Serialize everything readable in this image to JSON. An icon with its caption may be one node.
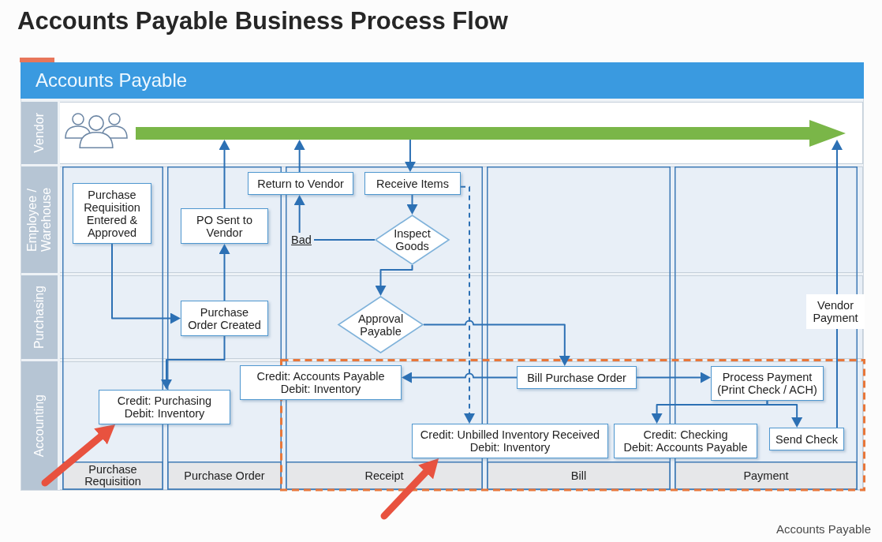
{
  "diagram": {
    "title": "Accounts Payable Business Process Flow",
    "nodes": [
      {
        "text": [
          "Accounts Payable"
        ]
      },
      {
        "text": [
          "Vendor"
        ],
        "in": 0
      },
      {
        "text": [
          "Employee / Warehouse"
        ],
        "in": 0
      },
      {
        "text": [
          "Purchasing"
        ],
        "in": 0
      },
      {
        "text": [
          "Accounting"
        ],
        "in": 0
      },
      {
        "text": [
          "Purchase Requisition"
        ],
        "in": 4
      },
      {
        "text": [
          "Purchase Order"
        ],
        "in": 4
      },
      {
        "text": [
          "Receipt"
        ],
        "in": 4
      },
      {
        "text": [
          "Bill"
        ],
        "in": 4
      },
      {
        "text": [
          "Payment"
        ],
        "in": 4
      },
      {
        "text": [],
        "shape": "arrow",
        "in": 1
      },
      {
        "text": [
          "Purchase Requisition Entered & Approved"
        ],
        "in": 2
      },
      {
        "text": [
          "PO Sent to Vendor"
        ],
        "in": 2
      },
      {
        "text": [
          "Return to Vendor"
        ],
        "in": 2
      },
      {
        "text": [
          "Receive Items"
        ],
        "in": 2
      },
      {
        "text": [
          "Inspect Goods"
        ],
        "in": 2
      },
      {
        "text": [
          "Purchase Order Created"
        ],
        "in": 3
      },
      {
        "text": [
          "Approval Payable"
        ],
        "in": 3
      },
      {
        "text": [
          "Credit: Purchasing",
          "Debit: Inventory"
        ],
        "in": 4
      },
      {
        "text": [
          "Credit: Accounts Payable",
          "Debit: Inventory"
        ],
        "in": 4
      },
      {
        "text": [
          "Bill Purchase Order"
        ],
        "in": 4
      },
      {
        "text": [
          "Process Payment (Print Check / ACH)"
        ],
        "in": 4
      },
      {
        "text": [
          "Credit: Unbilled Inventory Received",
          "Debit: Inventory"
        ],
        "in": 4
      },
      {
        "text": [
          "Credit: Checking",
          "Debit: Accounts Payable"
        ],
        "in": 4
      },
      {
        "text": [
          "Send Check"
        ],
        "in": 4
      }
    ],
    "edges": [
      {
        "from": 11,
        "to": 16,
        "arrow": "to"
      },
      {
        "from": 16,
        "to": 12,
        "arrow": "to"
      },
      {
        "from": 12,
        "to": 10,
        "arrow": "to"
      },
      {
        "from": 16,
        "to": 18,
        "arrow": "to"
      },
      {
        "from": 10,
        "to": 14,
        "arrow": "to"
      },
      {
        "from": 14,
        "to": 15,
        "arrow": "to"
      },
      {
        "from": 15,
        "to": 13,
        "arrow": "to",
        "label": "Bad"
      },
      {
        "from": 13,
        "to": 10,
        "arrow": "to"
      },
      {
        "from": 15,
        "to": 17,
        "arrow": "to"
      },
      {
        "from": 17,
        "to": 20,
        "arrow": "to"
      },
      {
        "from": 14,
        "to": 22,
        "arrow": "to",
        "style": "dashed"
      },
      {
        "from": 20,
        "to": 19,
        "arrow": "to"
      },
      {
        "from": 20,
        "to": 21,
        "arrow": "to"
      },
      {
        "from": 21,
        "to": 23,
        "arrow": "to"
      },
      {
        "from": 21,
        "to": 24,
        "arrow": "to"
      },
      {
        "from": 24,
        "to": 10,
        "arrow": "to",
        "label": "Vendor Payment"
      },
      {
        "from": null,
        "to": 18,
        "arrow": "to",
        "style": "thick",
        "color": "#e8523f"
      },
      {
        "from": null,
        "to": 22,
        "arrow": "to",
        "style": "thick",
        "color": "#e8523f"
      }
    ],
    "labels": [
      "Accounts Payable"
    ]
  }
}
